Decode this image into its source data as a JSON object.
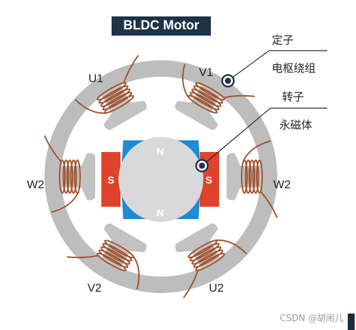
{
  "title": "BLDC Motor",
  "stator": {
    "label_cn": "定子",
    "winding_cn": "电枢绕组"
  },
  "rotor": {
    "label_cn": "转子",
    "magnet_cn": "永磁体"
  },
  "coil_labels": {
    "u1": "U1",
    "v1": "V1",
    "w2_left": "W2",
    "w2_right": "W2",
    "v2": "V2",
    "u2": "U2"
  },
  "poles": {
    "north_top": "N",
    "north_bottom": "N",
    "south_left": "S",
    "south_right": "S"
  },
  "colors": {
    "stator_ring": "#bdbdbd",
    "tooth": "#c2c2c2",
    "rotor_core": "#d9d9d9",
    "coil": "#a0522d",
    "north_pole": "#1f8ad6",
    "south_pole": "#e0432b",
    "title_bg": "#1f3348"
  },
  "watermark": "CSDN @胡闹儿"
}
